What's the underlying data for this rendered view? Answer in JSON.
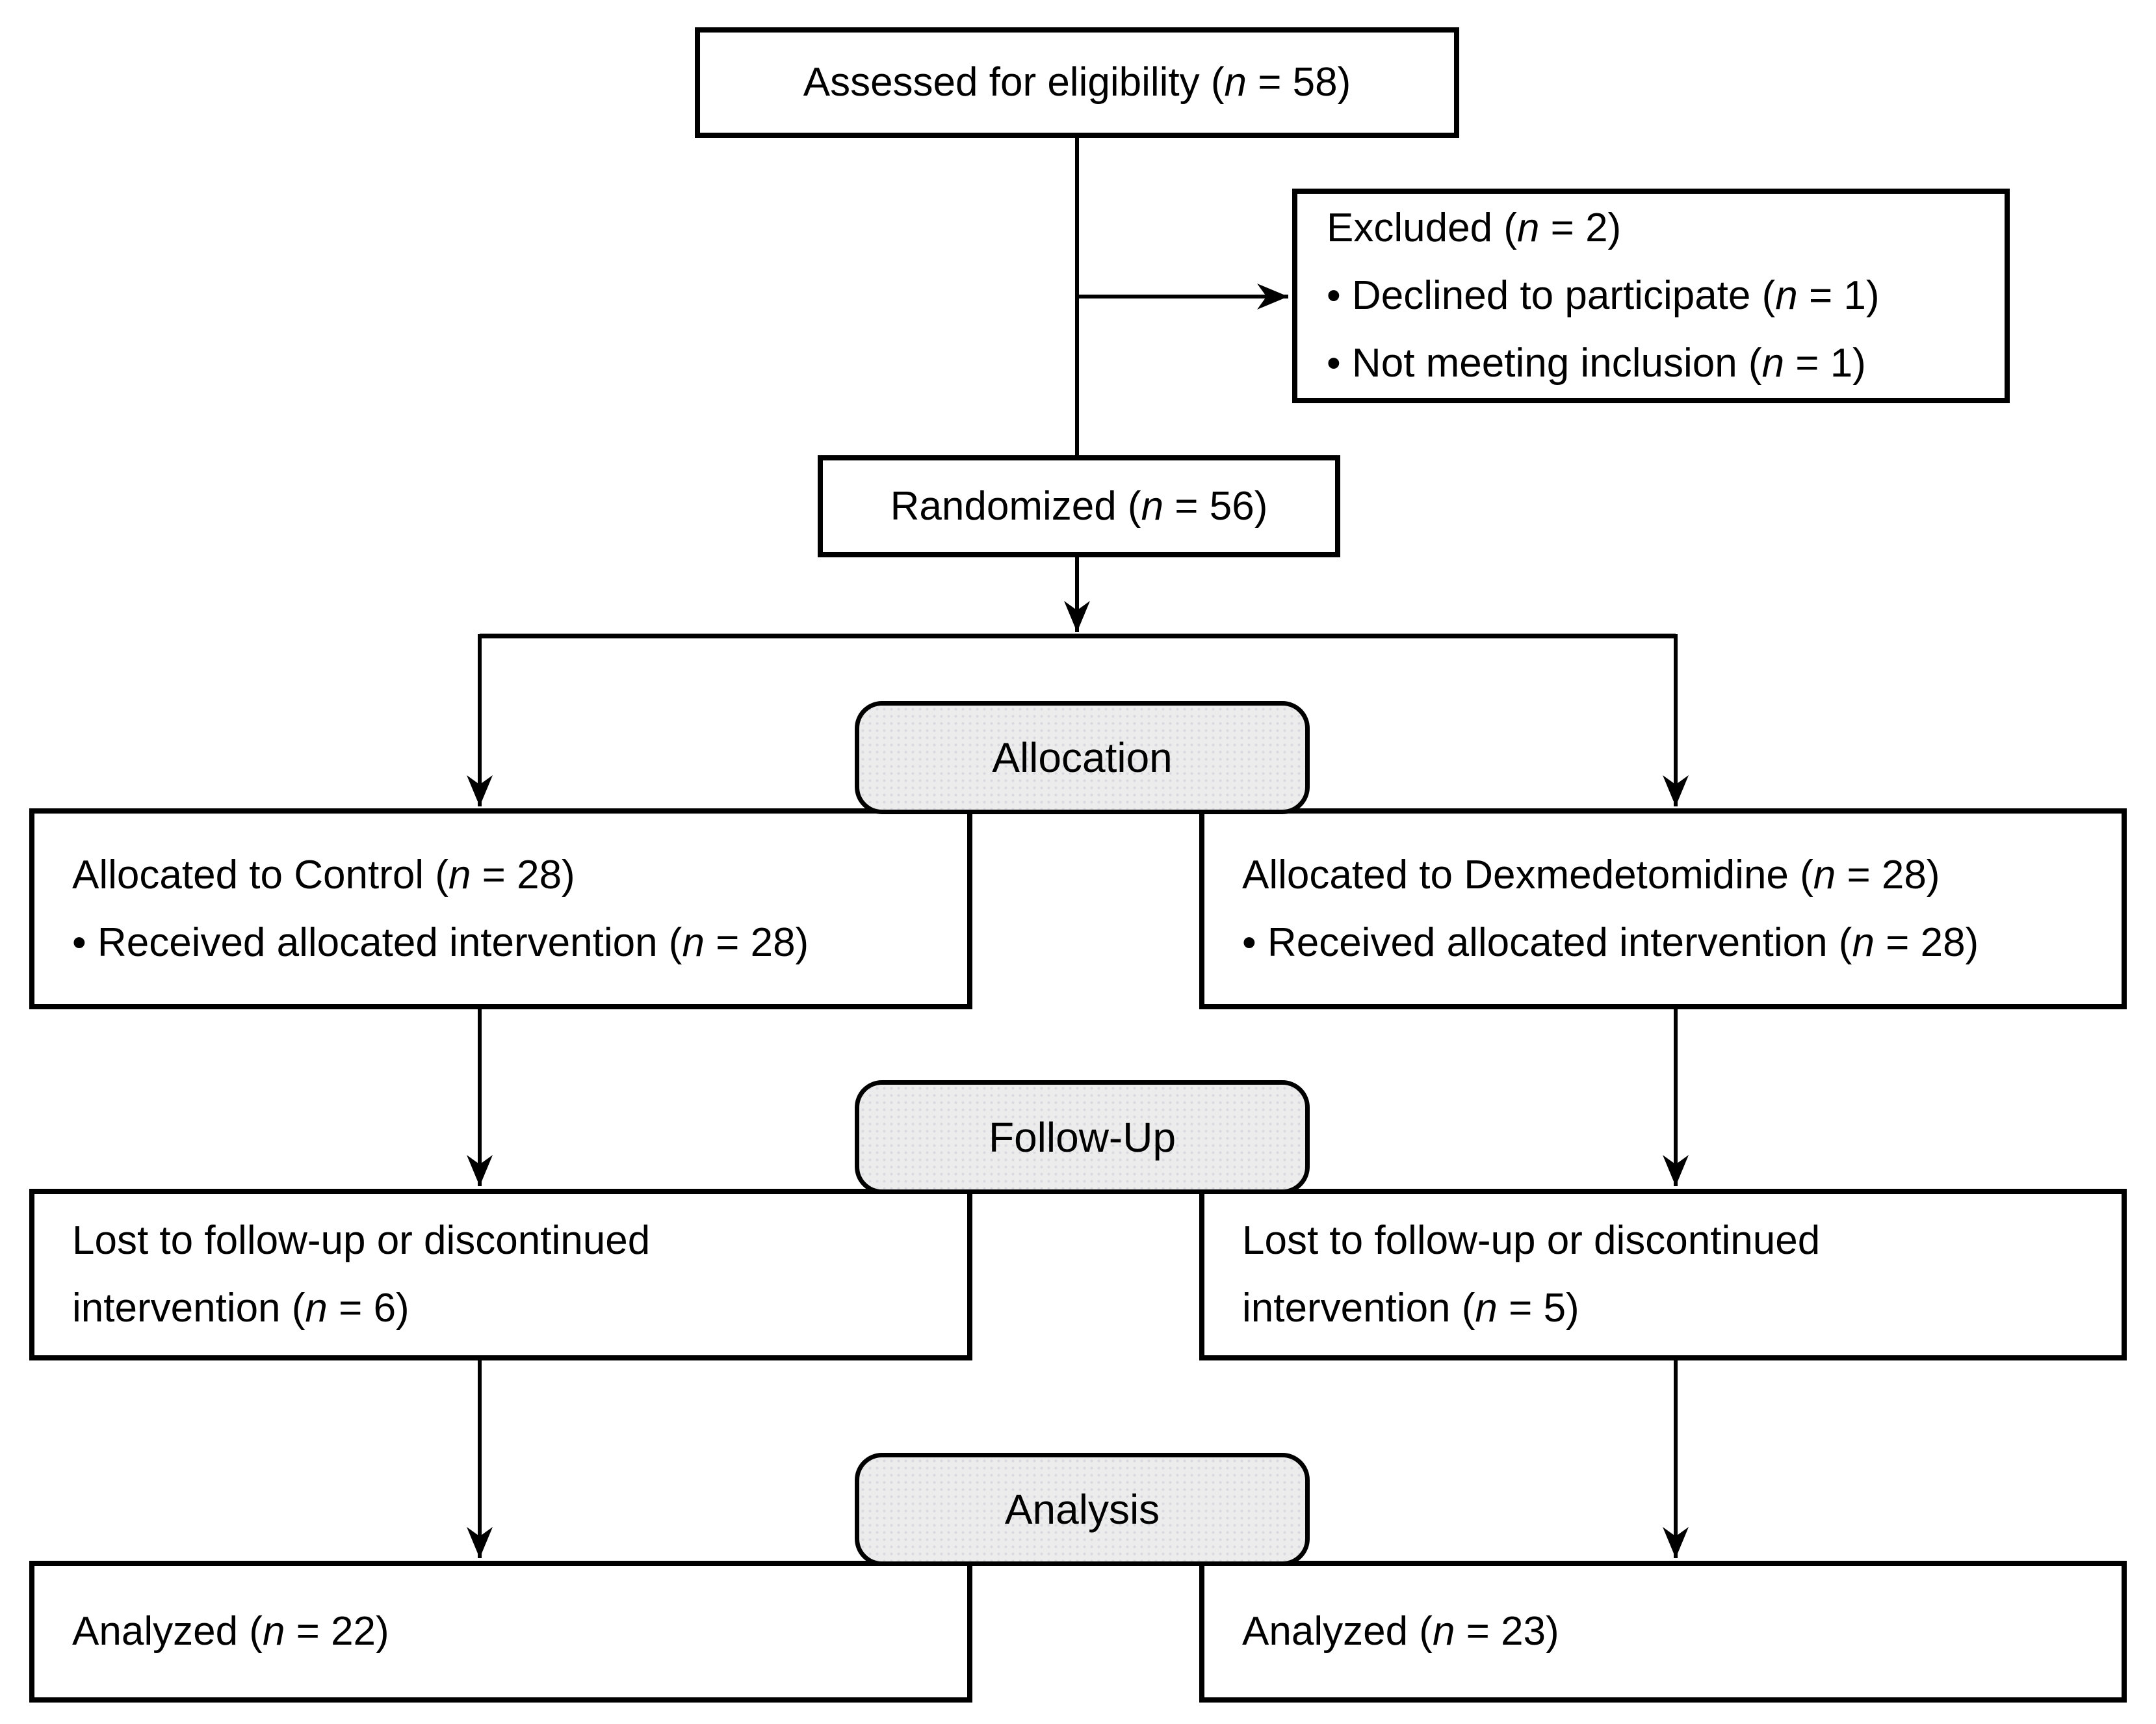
{
  "diagram": {
    "eligibility": {
      "text": "Assessed for eligibility (n = 58)"
    },
    "excluded": {
      "title": "Excluded (n = 2)",
      "bullets": [
        "• Declined to participate (n = 1)",
        "• Not meeting inclusion (n = 1)"
      ]
    },
    "randomized": {
      "text": "Randomized (n = 56)"
    },
    "stages": {
      "allocation": "Allocation",
      "follow_up": "Follow-Up",
      "analysis": "Analysis"
    },
    "allocation": {
      "left": {
        "title": "Allocated to Control (n = 28)",
        "bullets": [
          "• Received allocated intervention (n = 28)"
        ]
      },
      "right": {
        "title": "Allocated to Dexmedetomidine (n = 28)",
        "bullets": [
          "• Received allocated intervention (n = 28)"
        ]
      }
    },
    "follow_up": {
      "left": {
        "lines": [
          "Lost to follow-up or discontinued",
          "intervention (n = 6)"
        ]
      },
      "right": {
        "lines": [
          "Lost to follow-up or discontinued",
          "intervention (n = 5)"
        ]
      }
    },
    "analysis": {
      "left": {
        "text": "Analyzed (n = 22)"
      },
      "right": {
        "text": "Analyzed (n = 23)"
      }
    },
    "colors": {
      "line": "#000000",
      "box_fill": "#ffffff",
      "stage_fill": "#ececec"
    }
  }
}
